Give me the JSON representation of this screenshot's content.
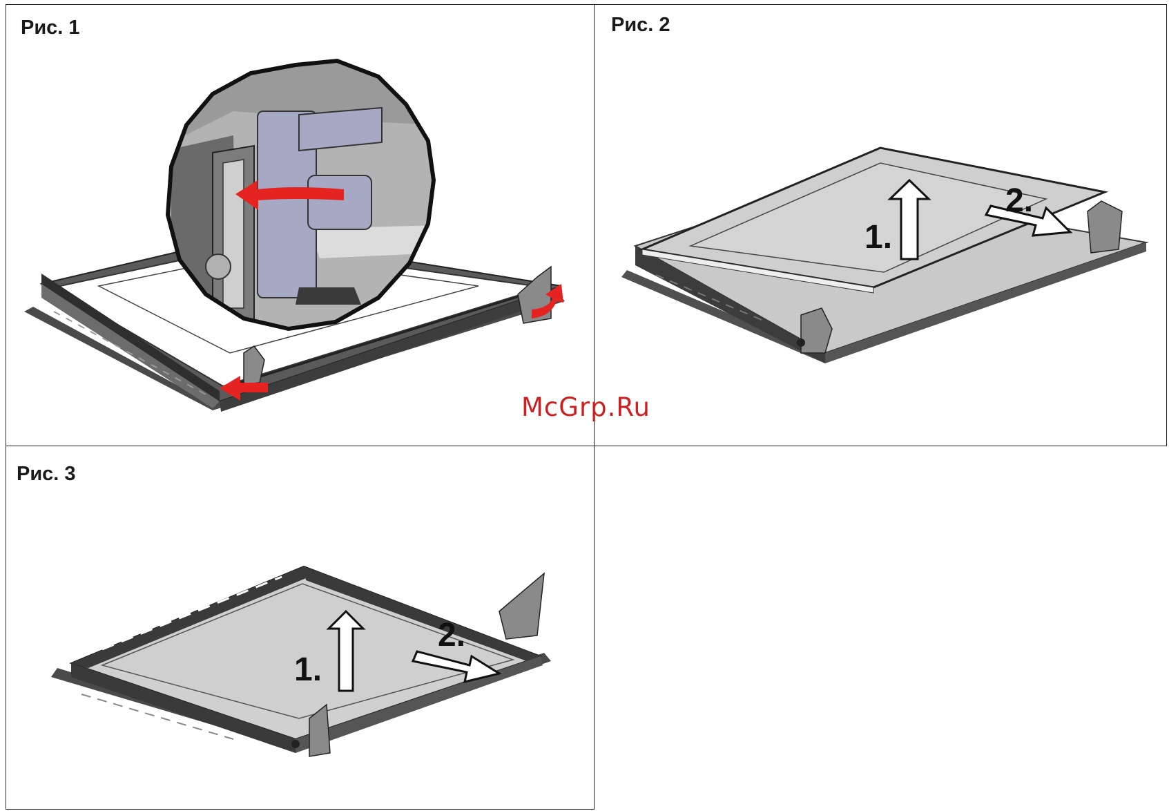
{
  "figures": [
    {
      "label": "Рис. 1"
    },
    {
      "label": "Рис. 2",
      "step1": "1.",
      "step2": "2."
    },
    {
      "label": "Рис. 3",
      "step1": "1.",
      "step2": "2."
    }
  ],
  "watermark": "McGrp.Ru",
  "colors": {
    "arrow_red": "#e52320",
    "frame_dark": "#3c3c3c",
    "glass": "#d6d6d6",
    "hinge": "#a6a8c4"
  }
}
